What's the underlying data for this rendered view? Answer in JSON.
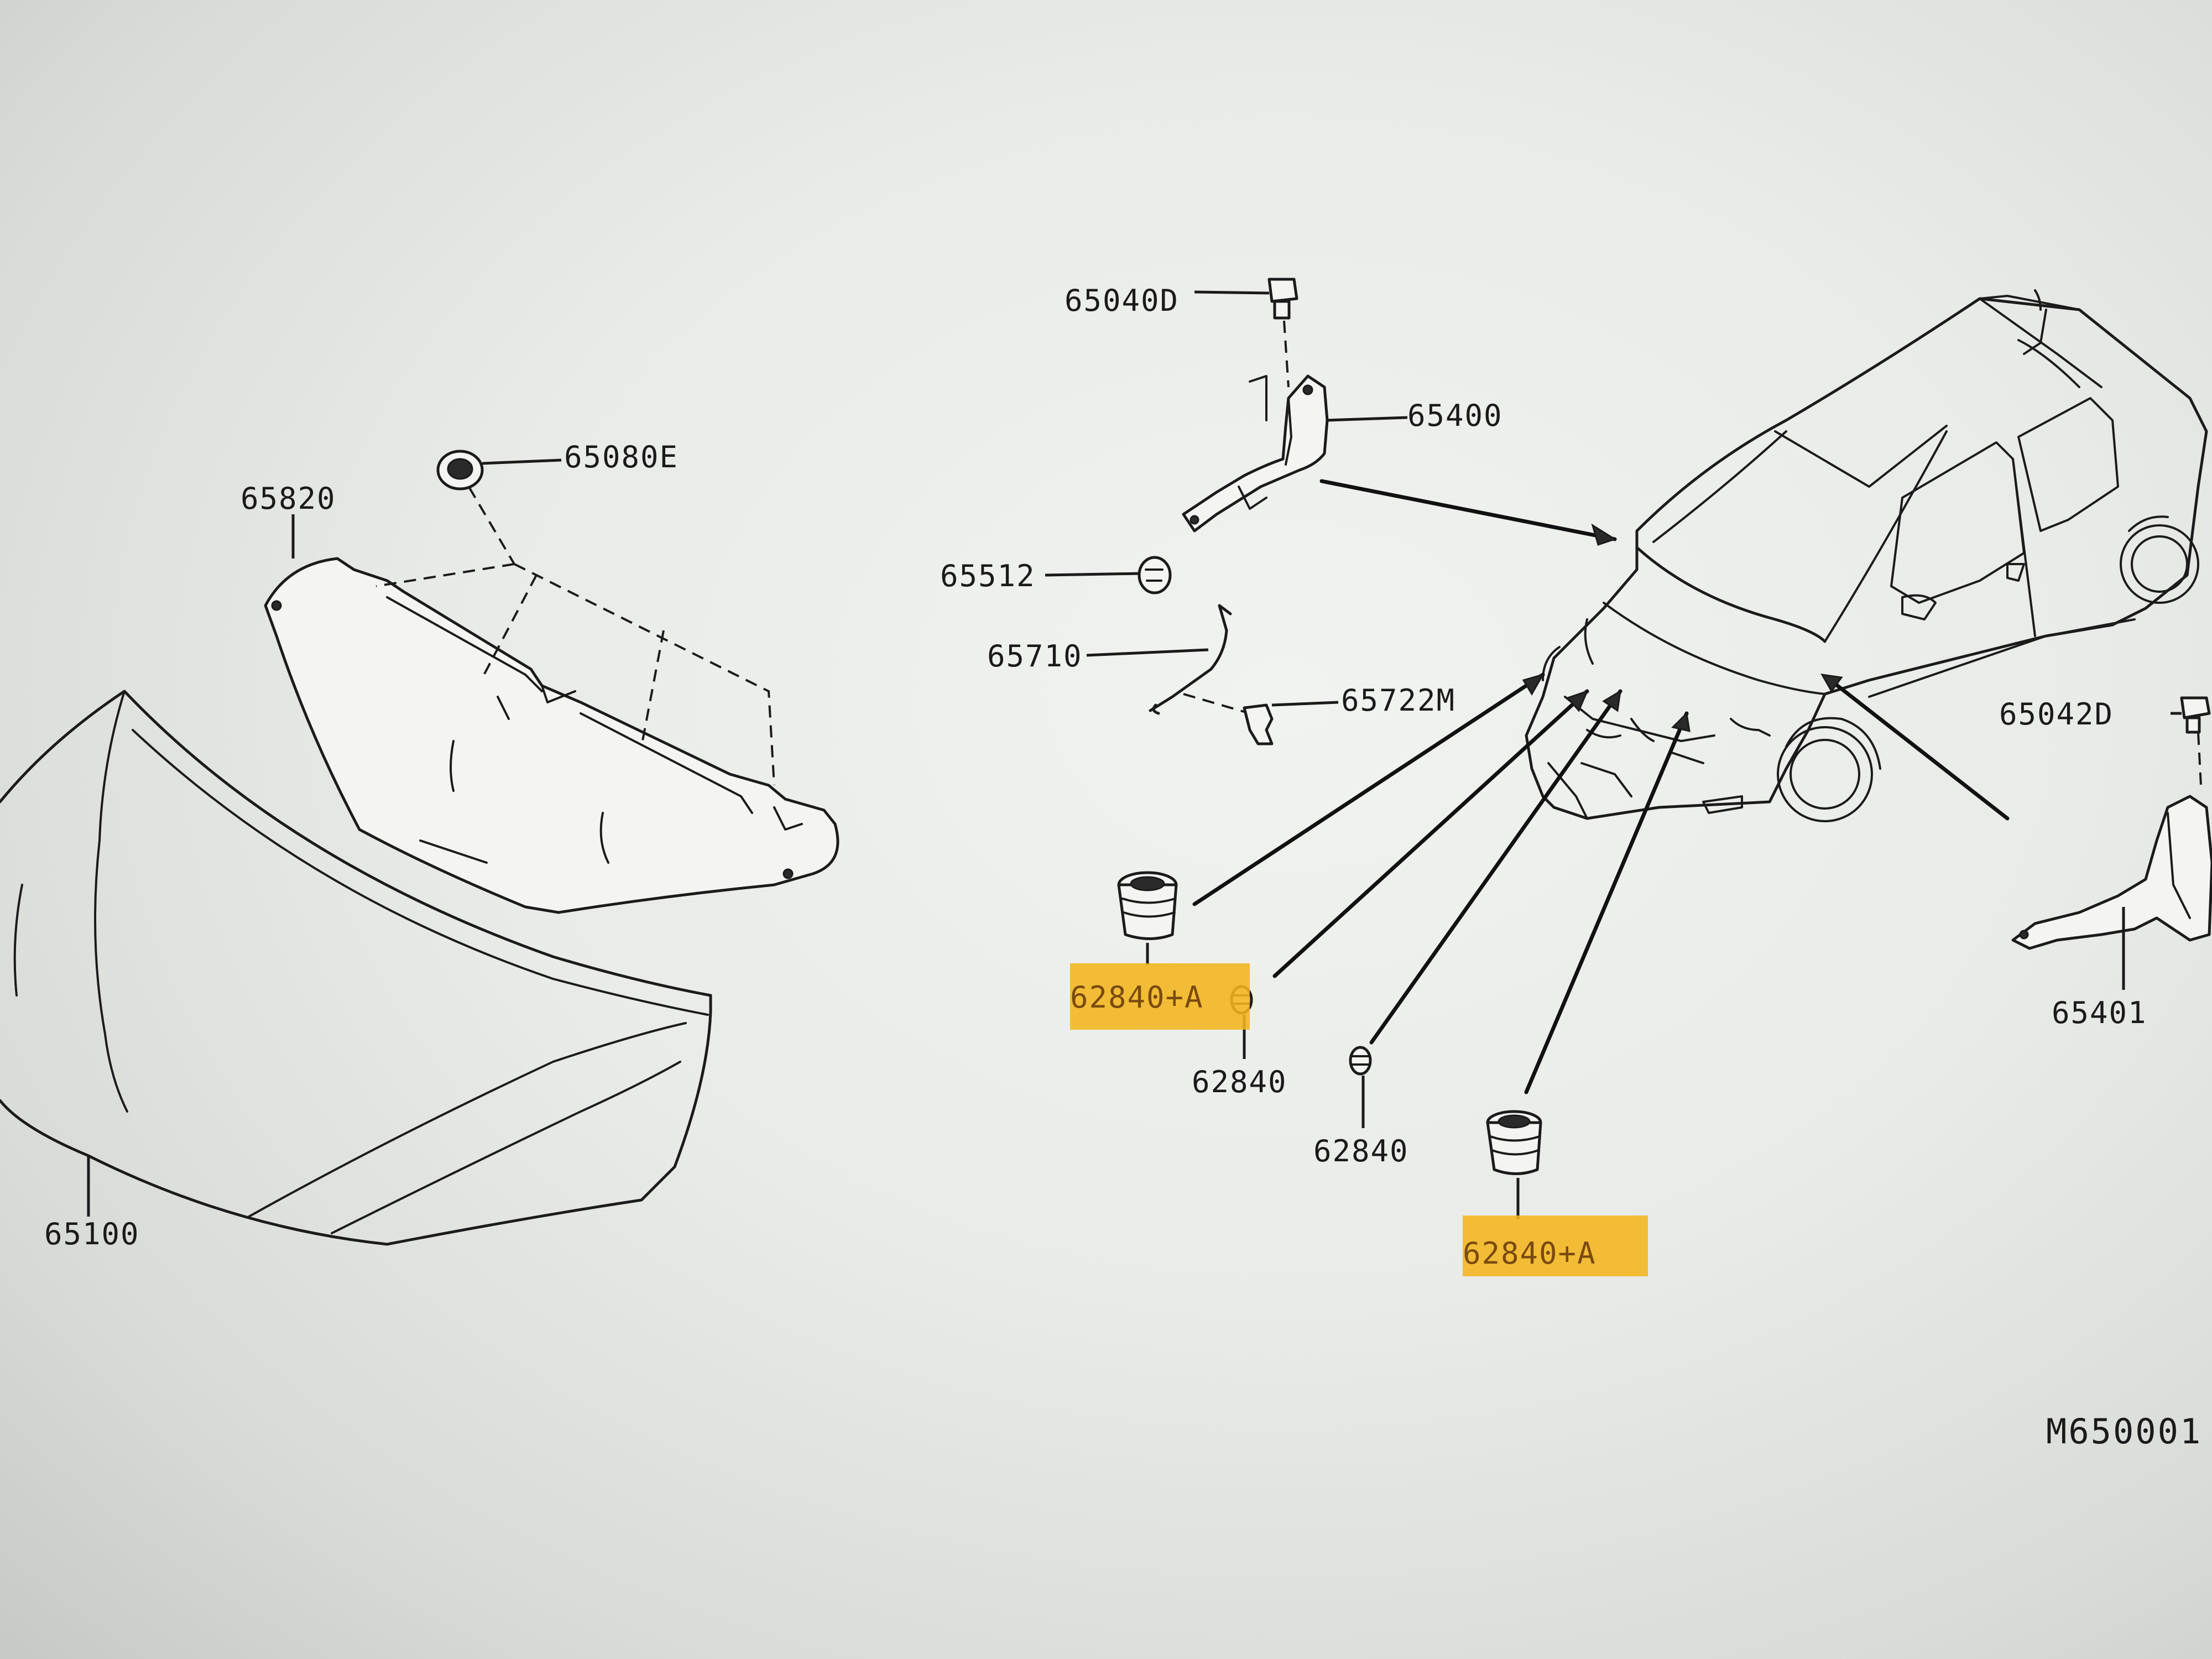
{
  "labels": {
    "p65040D": "65040D",
    "p65400": "65400",
    "p65080E": "65080E",
    "p65820": "65820",
    "p65512": "65512",
    "p65710": "65710",
    "p65722M": "65722M",
    "p65042D": "65042D",
    "p65401": "65401",
    "p62840A_1": "62840+A",
    "p62840_1": "62840",
    "p62840_2": "62840",
    "p62840A_2": "62840+A",
    "p65100": "65100"
  },
  "figure_code": "M650001",
  "colors": {
    "highlight": "#f2b51c",
    "line": "#1b1b1b",
    "background": "#ebedea"
  }
}
